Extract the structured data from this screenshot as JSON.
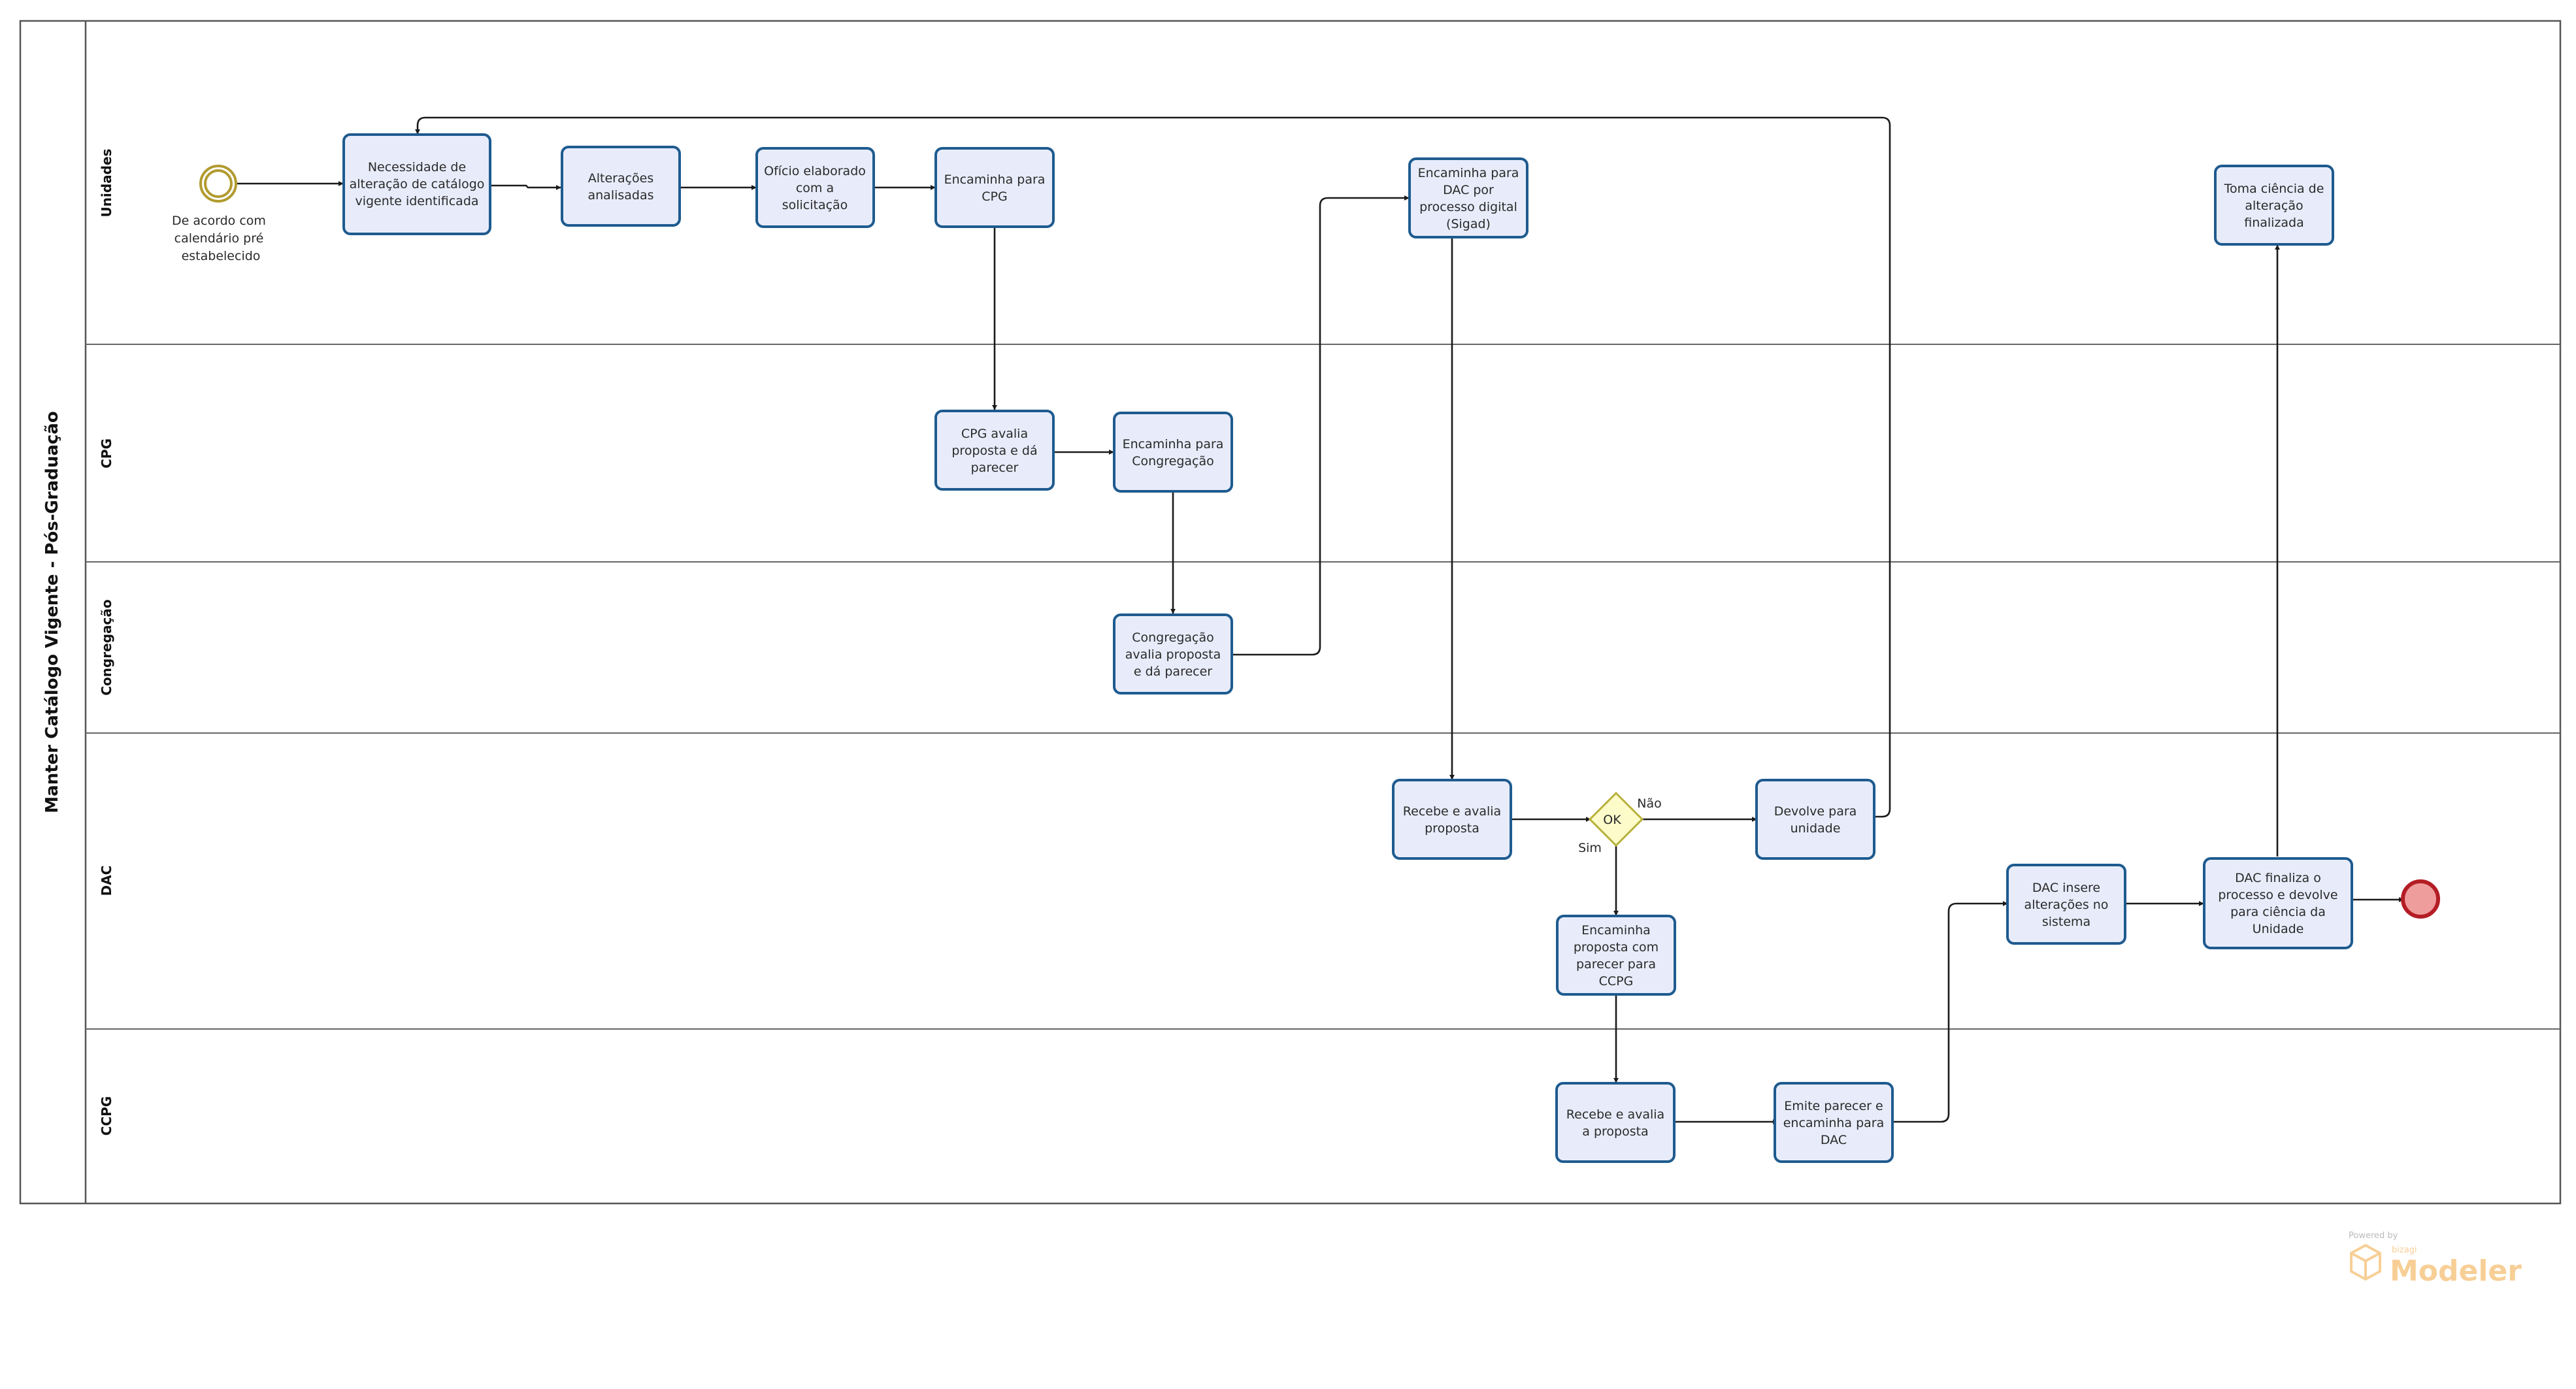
{
  "pool": {
    "title": "Manter Catálogo Vigente  -  Pós-Graduação"
  },
  "lanes": [
    "Unidades",
    "CPG",
    "Congregação",
    "DAC",
    "CCPG"
  ],
  "start_event": {
    "label": [
      "De acordo com",
      "calendário pré",
      "estabelecido"
    ]
  },
  "tasks": {
    "t1": [
      "Necessidade de",
      "alteração de catálogo",
      "vigente identificada"
    ],
    "t2": [
      "Alterações",
      "analisadas"
    ],
    "t3": [
      "Ofício elaborado",
      "com a",
      "solicitação"
    ],
    "t4": [
      "Encaminha para",
      "CPG"
    ],
    "t5": [
      "CPG avalia",
      "proposta e dá",
      "parecer"
    ],
    "t6": [
      "Encaminha para",
      "Congregação"
    ],
    "t7": [
      "Congregação",
      "avalia proposta",
      "e dá parecer"
    ],
    "t8": [
      "Encaminha para",
      "DAC por",
      "processo digital",
      "(Sigad)"
    ],
    "t9": [
      "Recebe e avalia",
      "proposta"
    ],
    "t10": [
      "Devolve para",
      "unidade"
    ],
    "t11": [
      "Encaminha",
      "proposta com",
      "parecer para",
      "CCPG"
    ],
    "t12": [
      "Recebe e avalia",
      "a proposta"
    ],
    "t13": [
      "Emite parecer e",
      "encaminha para",
      "DAC"
    ],
    "t14": [
      "DAC insere",
      "alterações no",
      "sistema"
    ],
    "t15": [
      "DAC finaliza o",
      "processo e devolve",
      "para ciência da",
      "Unidade"
    ],
    "t16": [
      "Toma ciência de",
      "alteração",
      "finalizada"
    ]
  },
  "gateway": {
    "label": "OK",
    "yes": "Sim",
    "no": "Não"
  },
  "watermark": {
    "powered": "Powered by",
    "brand_small": "bizagi",
    "brand": "Modeler"
  }
}
